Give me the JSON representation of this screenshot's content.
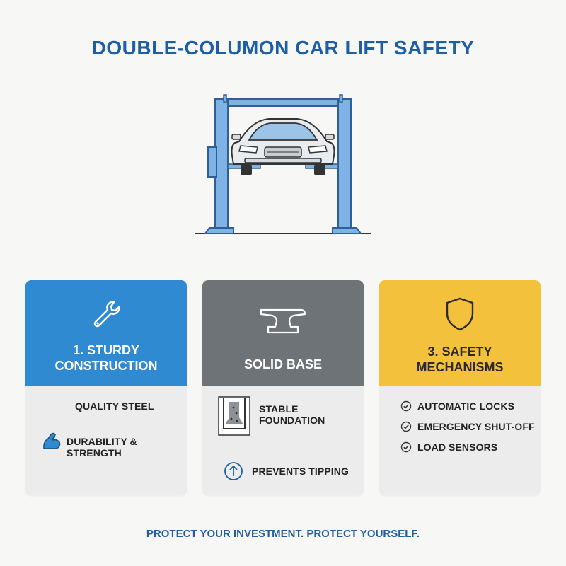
{
  "title": "DOUBLE-COLUMON CAR LIFT SAFETY",
  "colors": {
    "blue": "#2f8ad1",
    "gray": "#6e7378",
    "yellow": "#f3c13b",
    "accent": "#1d5fa6"
  },
  "illustration": {
    "icon": "car-lift-icon"
  },
  "cards": [
    {
      "heading_line1": "1. STURDY",
      "heading_line2": "CONSTRUCTION",
      "icon": "wrench-icon",
      "items": [
        {
          "label": "QUALITY STEEL"
        },
        {
          "label": "DURABILITY & STRENGTH",
          "icon": "flexed-arm-icon"
        }
      ]
    },
    {
      "heading_line1": "SOLID BASE",
      "icon": "anvil-icon",
      "items": [
        {
          "label": "STABLE FOUNDATION",
          "icon": "foundation-icon"
        },
        {
          "label": "PREVENTS TIPPING",
          "icon": "up-arrow-circle-icon"
        }
      ]
    },
    {
      "heading_line1": "3. SAFETY",
      "heading_line2": "MECHANISMS",
      "icon": "shield-icon",
      "items": [
        {
          "label": "AUTOMATIC LOCKS",
          "icon": "check-circle-icon"
        },
        {
          "label": "EMERGENCY SHUT-OFF",
          "icon": "check-circle-icon"
        },
        {
          "label": "LOAD SENSORS",
          "icon": "check-circle-icon"
        }
      ]
    }
  ],
  "tagline": "PROTECT YOUR INVESTMENT. PROTECT YOURSELF."
}
